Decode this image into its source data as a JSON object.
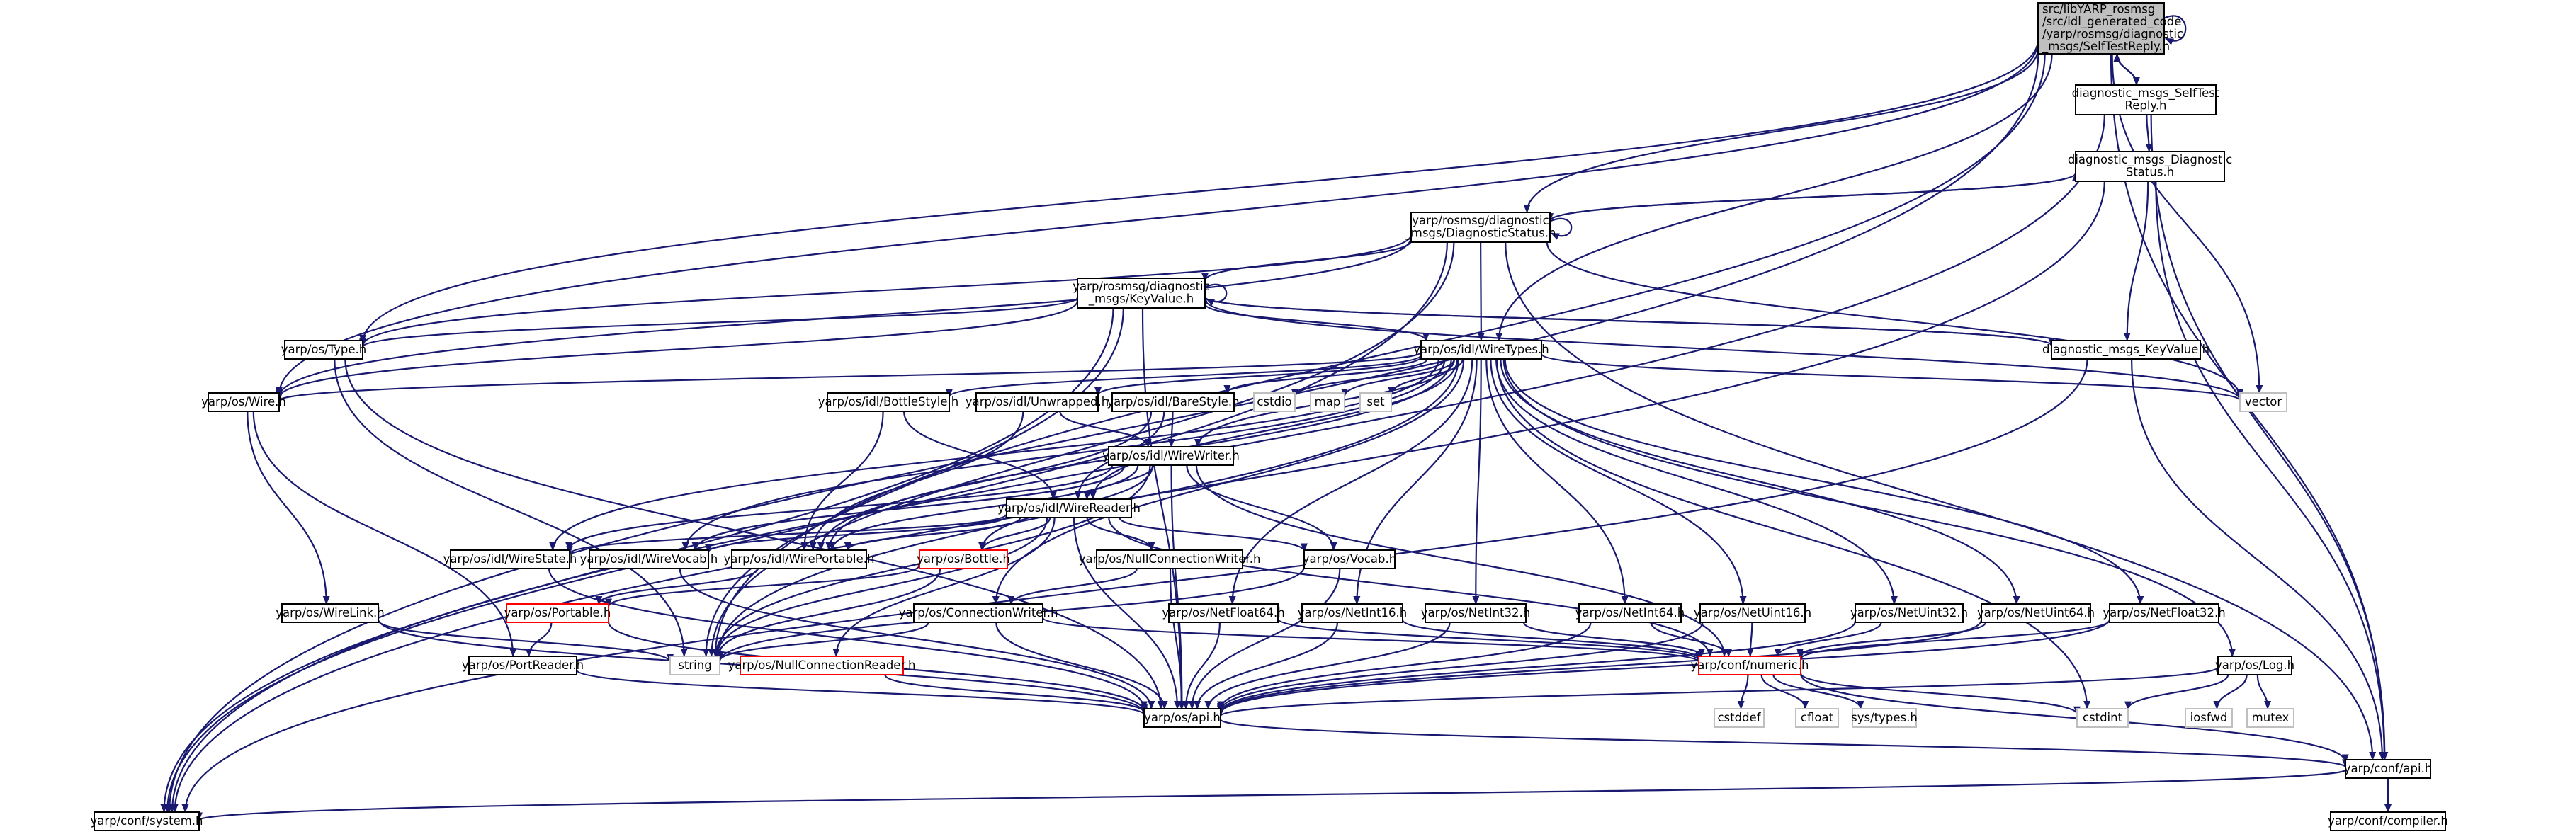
{
  "colors": {
    "edge": "#191970",
    "node_border": "#000000",
    "missing_border": "#ff0000",
    "external_text": "#000000",
    "external_border": "#bfbfbf",
    "root_fill": "#bfbfbf",
    "node_fill": "#ffffff"
  },
  "nodes": [
    {
      "id": "root",
      "kind": "root",
      "lines": [
        "src/libYARP_rosmsg",
        "/src/idl_generated_code",
        "/yarp/rosmsg/diagnostic",
        "_msgs/SelfTestReply.h"
      ]
    },
    {
      "id": "selftest",
      "kind": "file",
      "lines": [
        "diagnostic_msgs_SelfTest",
        "Reply.h"
      ]
    },
    {
      "id": "diagstatus",
      "kind": "file",
      "lines": [
        "diagnostic_msgs_Diagnostic",
        "Status.h"
      ]
    },
    {
      "id": "ros_diagstatus",
      "kind": "file",
      "lines": [
        "yarp/rosmsg/diagnostic",
        "_msgs/DiagnosticStatus.h"
      ]
    },
    {
      "id": "ros_keyvalue",
      "kind": "file",
      "lines": [
        "yarp/rosmsg/diagnostic",
        "_msgs/KeyValue.h"
      ]
    },
    {
      "id": "keyvalue",
      "kind": "file",
      "lines": [
        "diagnostic_msgs_KeyValue.h"
      ]
    },
    {
      "id": "type",
      "kind": "file",
      "lines": [
        "yarp/os/Type.h"
      ]
    },
    {
      "id": "wiretypes",
      "kind": "file",
      "lines": [
        "yarp/os/idl/WireTypes.h"
      ]
    },
    {
      "id": "wire",
      "kind": "file",
      "lines": [
        "yarp/os/Wire.h"
      ]
    },
    {
      "id": "bottlestyle",
      "kind": "file",
      "lines": [
        "yarp/os/idl/BottleStyle.h"
      ]
    },
    {
      "id": "unwrapped",
      "kind": "file",
      "lines": [
        "yarp/os/idl/Unwrapped.h"
      ]
    },
    {
      "id": "barestyle",
      "kind": "file",
      "lines": [
        "yarp/os/idl/BareStyle.h"
      ]
    },
    {
      "id": "cstdio",
      "kind": "external",
      "lines": [
        "cstdio"
      ]
    },
    {
      "id": "map",
      "kind": "external",
      "lines": [
        "map"
      ]
    },
    {
      "id": "set",
      "kind": "external",
      "lines": [
        "set"
      ]
    },
    {
      "id": "vector",
      "kind": "external",
      "lines": [
        "vector"
      ]
    },
    {
      "id": "wirewriter",
      "kind": "file",
      "lines": [
        "yarp/os/idl/WireWriter.h"
      ]
    },
    {
      "id": "wirereader",
      "kind": "file",
      "lines": [
        "yarp/os/idl/WireReader.h"
      ]
    },
    {
      "id": "wirestate",
      "kind": "file",
      "lines": [
        "yarp/os/idl/WireState.h"
      ]
    },
    {
      "id": "wirevocab",
      "kind": "file",
      "lines": [
        "yarp/os/idl/WireVocab.h"
      ]
    },
    {
      "id": "wireportable",
      "kind": "file",
      "lines": [
        "yarp/os/idl/WirePortable.h"
      ]
    },
    {
      "id": "bottle",
      "kind": "missing",
      "lines": [
        "yarp/os/Bottle.h"
      ]
    },
    {
      "id": "nullconnwriter",
      "kind": "file",
      "lines": [
        "yarp/os/NullConnectionWriter.h"
      ]
    },
    {
      "id": "vocab",
      "kind": "file",
      "lines": [
        "yarp/os/Vocab.h"
      ]
    },
    {
      "id": "wirelink",
      "kind": "file",
      "lines": [
        "yarp/os/WireLink.h"
      ]
    },
    {
      "id": "portable",
      "kind": "missing",
      "lines": [
        "yarp/os/Portable.h"
      ]
    },
    {
      "id": "connwriter",
      "kind": "file",
      "lines": [
        "yarp/os/ConnectionWriter.h"
      ]
    },
    {
      "id": "netfloat64",
      "kind": "file",
      "lines": [
        "yarp/os/NetFloat64.h"
      ]
    },
    {
      "id": "netint16",
      "kind": "file",
      "lines": [
        "yarp/os/NetInt16.h"
      ]
    },
    {
      "id": "netint32",
      "kind": "file",
      "lines": [
        "yarp/os/NetInt32.h"
      ]
    },
    {
      "id": "netint64",
      "kind": "file",
      "lines": [
        "yarp/os/NetInt64.h"
      ]
    },
    {
      "id": "netuint16",
      "kind": "file",
      "lines": [
        "yarp/os/NetUint16.h"
      ]
    },
    {
      "id": "netuint32",
      "kind": "file",
      "lines": [
        "yarp/os/NetUint32.h"
      ]
    },
    {
      "id": "netuint64",
      "kind": "file",
      "lines": [
        "yarp/os/NetUint64.h"
      ]
    },
    {
      "id": "netfloat32",
      "kind": "file",
      "lines": [
        "yarp/os/NetFloat32.h"
      ]
    },
    {
      "id": "string",
      "kind": "external",
      "lines": [
        "string"
      ]
    },
    {
      "id": "portreader",
      "kind": "file",
      "lines": [
        "yarp/os/PortReader.h"
      ]
    },
    {
      "id": "nullconnreader",
      "kind": "missing",
      "lines": [
        "yarp/os/NullConnectionReader.h"
      ]
    },
    {
      "id": "numeric",
      "kind": "missing",
      "lines": [
        "yarp/conf/numeric.h"
      ]
    },
    {
      "id": "log",
      "kind": "file",
      "lines": [
        "yarp/os/Log.h"
      ]
    },
    {
      "id": "api_os",
      "kind": "file",
      "lines": [
        "yarp/os/api.h"
      ]
    },
    {
      "id": "cstddef",
      "kind": "external",
      "lines": [
        "cstddef"
      ]
    },
    {
      "id": "cfloat",
      "kind": "external",
      "lines": [
        "cfloat"
      ]
    },
    {
      "id": "systypes",
      "kind": "external",
      "lines": [
        "sys/types.h"
      ]
    },
    {
      "id": "cstdint",
      "kind": "external",
      "lines": [
        "cstdint"
      ]
    },
    {
      "id": "iosfwd",
      "kind": "external",
      "lines": [
        "iosfwd"
      ]
    },
    {
      "id": "mutex",
      "kind": "external",
      "lines": [
        "mutex"
      ]
    },
    {
      "id": "api_conf",
      "kind": "file",
      "lines": [
        "yarp/conf/api.h"
      ]
    },
    {
      "id": "compiler",
      "kind": "file",
      "lines": [
        "yarp/conf/compiler.h"
      ]
    },
    {
      "id": "system",
      "kind": "file",
      "lines": [
        "yarp/conf/system.h"
      ]
    }
  ],
  "edges": [
    [
      "root",
      "root"
    ],
    [
      "root",
      "selftest"
    ],
    [
      "root",
      "ros_diagstatus"
    ],
    [
      "root",
      "type"
    ],
    [
      "root",
      "wiretypes"
    ],
    [
      "root",
      "wire"
    ],
    [
      "root",
      "vector"
    ],
    [
      "root",
      "string"
    ],
    [
      "root",
      "api_conf"
    ],
    [
      "root",
      "system"
    ],
    [
      "selftest",
      "root"
    ],
    [
      "selftest",
      "diagstatus"
    ],
    [
      "selftest",
      "api_conf"
    ],
    [
      "selftest",
      "system"
    ],
    [
      "diagstatus",
      "ros_diagstatus"
    ],
    [
      "diagstatus",
      "keyvalue"
    ],
    [
      "diagstatus",
      "api_conf"
    ],
    [
      "diagstatus",
      "system"
    ],
    [
      "ros_diagstatus",
      "ros_diagstatus"
    ],
    [
      "ros_diagstatus",
      "diagstatus"
    ],
    [
      "ros_diagstatus",
      "ros_keyvalue"
    ],
    [
      "ros_diagstatus",
      "type"
    ],
    [
      "ros_diagstatus",
      "wiretypes"
    ],
    [
      "ros_diagstatus",
      "wire"
    ],
    [
      "ros_diagstatus",
      "vector"
    ],
    [
      "ros_diagstatus",
      "string"
    ],
    [
      "ros_diagstatus",
      "api_conf"
    ],
    [
      "ros_diagstatus",
      "system"
    ],
    [
      "ros_keyvalue",
      "ros_keyvalue"
    ],
    [
      "ros_keyvalue",
      "keyvalue"
    ],
    [
      "ros_keyvalue",
      "type"
    ],
    [
      "ros_keyvalue",
      "wiretypes"
    ],
    [
      "ros_keyvalue",
      "wire"
    ],
    [
      "ros_keyvalue",
      "string"
    ],
    [
      "ros_keyvalue",
      "vector"
    ],
    [
      "ros_keyvalue",
      "api_os"
    ],
    [
      "ros_keyvalue",
      "system"
    ],
    [
      "keyvalue",
      "ros_keyvalue"
    ],
    [
      "keyvalue",
      "api_conf"
    ],
    [
      "keyvalue",
      "system"
    ],
    [
      "type",
      "api_os"
    ],
    [
      "type",
      "string"
    ],
    [
      "wiretypes",
      "wire"
    ],
    [
      "wiretypes",
      "bottlestyle"
    ],
    [
      "wiretypes",
      "unwrapped"
    ],
    [
      "wiretypes",
      "barestyle"
    ],
    [
      "wiretypes",
      "cstdio"
    ],
    [
      "wiretypes",
      "map"
    ],
    [
      "wiretypes",
      "set"
    ],
    [
      "wiretypes",
      "vector"
    ],
    [
      "wiretypes",
      "wirewriter"
    ],
    [
      "wiretypes",
      "wirereader"
    ],
    [
      "wiretypes",
      "wirestate"
    ],
    [
      "wiretypes",
      "wirevocab"
    ],
    [
      "wiretypes",
      "wireportable"
    ],
    [
      "wiretypes",
      "netfloat64"
    ],
    [
      "wiretypes",
      "netint16"
    ],
    [
      "wiretypes",
      "netint32"
    ],
    [
      "wiretypes",
      "netint64"
    ],
    [
      "wiretypes",
      "netuint16"
    ],
    [
      "wiretypes",
      "netuint32"
    ],
    [
      "wiretypes",
      "netuint64"
    ],
    [
      "wiretypes",
      "netfloat32"
    ],
    [
      "wiretypes",
      "log"
    ],
    [
      "wiretypes",
      "string"
    ],
    [
      "wiretypes",
      "cstdint"
    ],
    [
      "wiretypes",
      "connwriter"
    ],
    [
      "wire",
      "wirelink"
    ],
    [
      "wire",
      "portreader"
    ],
    [
      "bottlestyle",
      "wirereader"
    ],
    [
      "bottlestyle",
      "wireportable"
    ],
    [
      "unwrapped",
      "wirewriter"
    ],
    [
      "unwrapped",
      "wireportable"
    ],
    [
      "barestyle",
      "wirewriter"
    ],
    [
      "barestyle",
      "wirereader"
    ],
    [
      "barestyle",
      "wireportable"
    ],
    [
      "wirewriter",
      "wirereader"
    ],
    [
      "wirewriter",
      "wirestate"
    ],
    [
      "wirewriter",
      "wirevocab"
    ],
    [
      "wirewriter",
      "wireportable"
    ],
    [
      "wirewriter",
      "bottle"
    ],
    [
      "wirewriter",
      "vocab"
    ],
    [
      "wirewriter",
      "numeric"
    ],
    [
      "wirewriter",
      "api_os"
    ],
    [
      "wirewriter",
      "string"
    ],
    [
      "wirereader",
      "wirestate"
    ],
    [
      "wirereader",
      "wirevocab"
    ],
    [
      "wirereader",
      "wireportable"
    ],
    [
      "wirereader",
      "bottle"
    ],
    [
      "wirereader",
      "nullconnwriter"
    ],
    [
      "wirereader",
      "vocab"
    ],
    [
      "wirereader",
      "nullconnreader"
    ],
    [
      "wirereader",
      "numeric"
    ],
    [
      "wirereader",
      "api_os"
    ],
    [
      "wirereader",
      "string"
    ],
    [
      "wirestate",
      "api_os"
    ],
    [
      "wirevocab",
      "api_os"
    ],
    [
      "wireportable",
      "portable"
    ],
    [
      "bottle",
      "portable"
    ],
    [
      "bottle",
      "string"
    ],
    [
      "nullconnwriter",
      "connwriter"
    ],
    [
      "nullconnwriter",
      "api_os"
    ],
    [
      "vocab",
      "api_os"
    ],
    [
      "vocab",
      "string"
    ],
    [
      "wirelink",
      "api_os"
    ],
    [
      "wirelink",
      "string"
    ],
    [
      "portable",
      "portreader"
    ],
    [
      "portable",
      "api_os"
    ],
    [
      "connwriter",
      "api_os"
    ],
    [
      "connwriter",
      "string"
    ],
    [
      "connwriter",
      "numeric"
    ],
    [
      "netfloat64",
      "api_os"
    ],
    [
      "netfloat64",
      "numeric"
    ],
    [
      "netint16",
      "api_os"
    ],
    [
      "netint16",
      "numeric"
    ],
    [
      "netint32",
      "api_os"
    ],
    [
      "netint32",
      "numeric"
    ],
    [
      "netint64",
      "api_os"
    ],
    [
      "netint64",
      "numeric"
    ],
    [
      "netuint16",
      "api_os"
    ],
    [
      "netuint16",
      "numeric"
    ],
    [
      "netuint32",
      "api_os"
    ],
    [
      "netuint32",
      "numeric"
    ],
    [
      "netuint64",
      "api_os"
    ],
    [
      "netuint64",
      "numeric"
    ],
    [
      "netfloat32",
      "api_os"
    ],
    [
      "netfloat32",
      "numeric"
    ],
    [
      "portreader",
      "api_os"
    ],
    [
      "nullconnreader",
      "api_os"
    ],
    [
      "numeric",
      "api_conf"
    ],
    [
      "numeric",
      "cstddef"
    ],
    [
      "numeric",
      "cfloat"
    ],
    [
      "numeric",
      "systypes"
    ],
    [
      "numeric",
      "cstdint"
    ],
    [
      "log",
      "api_os"
    ],
    [
      "log",
      "cstdint"
    ],
    [
      "log",
      "iosfwd"
    ],
    [
      "log",
      "mutex"
    ],
    [
      "api_os",
      "api_conf"
    ],
    [
      "api_conf",
      "compiler"
    ],
    [
      "api_conf",
      "system"
    ]
  ]
}
